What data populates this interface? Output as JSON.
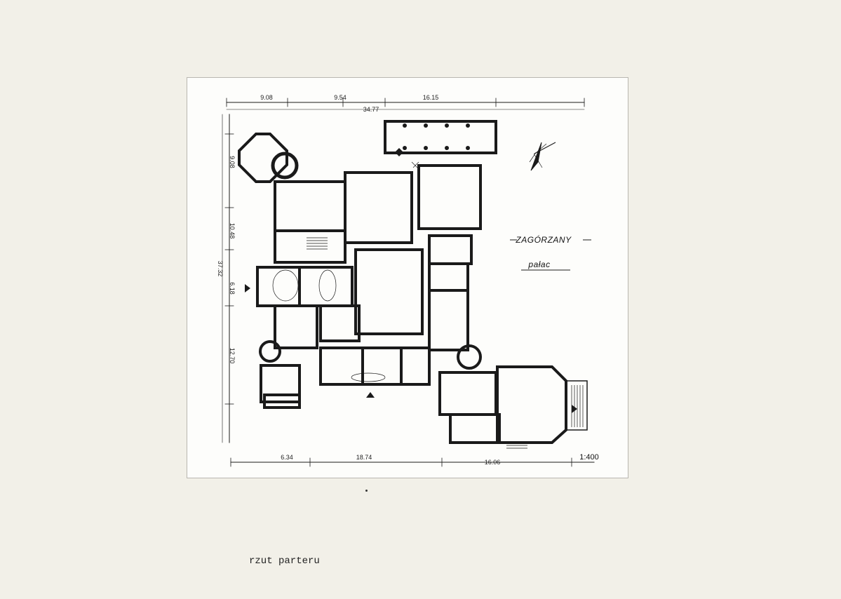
{
  "document": {
    "title": "ZAGÓRZANY",
    "subtitle": "pałac",
    "scale": "1:400",
    "caption": "rzut parteru",
    "dimensions": {
      "top": [
        "9.08",
        "9.54",
        "16.15"
      ],
      "top_total": "34.77",
      "bottom": [
        "6.34",
        "18.74",
        "16.06"
      ],
      "left": [
        "9.08",
        "10.48",
        "6.18",
        "12.70"
      ],
      "left_total": "37.32"
    }
  },
  "colors": {
    "paper": "#f2f0e8",
    "card": "#fdfdfb",
    "ink": "#1a1a1a"
  }
}
